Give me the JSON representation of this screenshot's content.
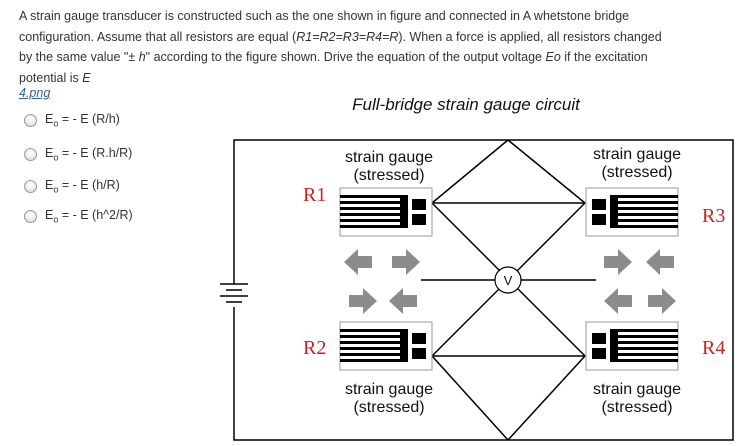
{
  "question": {
    "line1": "A strain gauge transducer is constructed such as the one shown in figure and connected in A whetstone bridge",
    "line2_pre": "configuration. Assume that all resistors are equal (",
    "line2_eq": "R1=R2=R3=R4=R",
    "line2_post": "). When a force is applied, all resistors changed",
    "line3_pre": "by the same value \"",
    "line3_val": "± h",
    "line3_mid": "\" according to the figure shown. Drive the equation of the output voltage ",
    "line3_eo": "Eo",
    "line3_post": " if the excitation",
    "line4_pre": "potential is ",
    "line4_e": "E"
  },
  "attachment": {
    "label": "4.png"
  },
  "choices": [
    {
      "prefix": "E",
      "sub": "o",
      "rest": " = - E (R/h)",
      "selected": false
    },
    {
      "prefix": "E",
      "sub": "o",
      "rest": " = - E (R.h/R)",
      "selected": false
    },
    {
      "prefix": "E",
      "sub": "o",
      "rest": " = - E (h/R)",
      "selected": false
    },
    {
      "prefix": "E",
      "sub": "o",
      "rest": " = - E (h^2/R)",
      "selected": false
    }
  ],
  "figure": {
    "title": "Full-bridge strain gauge circuit",
    "gauge_label_1": "strain gauge",
    "gauge_label_2": "(stressed)",
    "r1": "R1",
    "r2": "R2",
    "r3": "R3",
    "r4": "R4",
    "meter": "V",
    "colors": {
      "resistor_label": "#cc2222",
      "arrow": "#8c8c8c",
      "wire": "#000000"
    }
  }
}
